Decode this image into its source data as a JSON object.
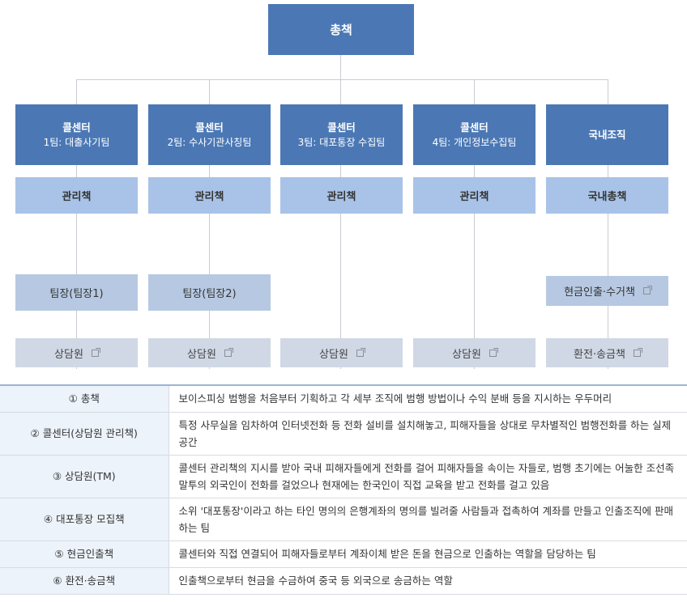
{
  "chart": {
    "top": "총책",
    "columns": [
      {
        "name": "콜센터",
        "sub": "1팀: 대출사기팀",
        "manager": "관리책",
        "leader": "팀장(팀장1)",
        "bottom": "상담원"
      },
      {
        "name": "콜센터",
        "sub": "2팀: 수사기관사칭팀",
        "manager": "관리책",
        "leader": "팀장(팀장2)",
        "bottom": "상담원"
      },
      {
        "name": "콜센터",
        "sub": "3팀: 대포통장 수집팀",
        "manager": "관리책",
        "leader": "",
        "bottom": "상담원"
      },
      {
        "name": "콜센터",
        "sub": "4팀: 개인정보수집팀",
        "manager": "관리책",
        "leader": "",
        "bottom": "상담원"
      },
      {
        "name": "국내조직",
        "sub": "",
        "manager": "국내총책",
        "leader": "현금인출·수거책",
        "bottom": "환전·송금책"
      }
    ]
  },
  "legend": [
    {
      "term": "① 총책",
      "desc": "보이스피싱 범행을 처음부터 기획하고 각 세부 조직에 범행 방법이나 수익 분배 등을 지시하는 우두머리"
    },
    {
      "term": "② 콜센터(상담원 관리책)",
      "desc": "특정 사무실을 임차하여 인터넷전화 등 전화 설비를 설치해놓고, 피해자들을 상대로 무차별적인 범행전화를 하는 실제 공간"
    },
    {
      "term": "③ 상담원(TM)",
      "desc": "콜센터 관리책의 지시를 받아 국내 피해자들에게 전화를 걸어 피해자들을 속이는 자들로, 범행 초기에는 어눌한 조선족 말투의 외국인이 전화를 걸었으나 현재에는 한국인이 직접 교육을 받고 전화를 걸고 있음"
    },
    {
      "term": "④ 대포통장 모집책",
      "desc": "소위 '대포통장'이라고 하는 타인 명의의 은행계좌의 명의를 빌려줄 사람들과 접촉하여 계좌를 만들고 인출조직에 판매하는 팀"
    },
    {
      "term": "⑤ 현금인출책",
      "desc": "콜센터와 직접 연결되어 피해자들로부터 계좌이체 받은 돈을 현금으로 인출하는 역할을 담당하는 팀"
    },
    {
      "term": "⑥ 환전·송금책",
      "desc": "인출책으로부터 현금을 수금하여 중국 등 외국으로 송금하는 역할"
    }
  ]
}
